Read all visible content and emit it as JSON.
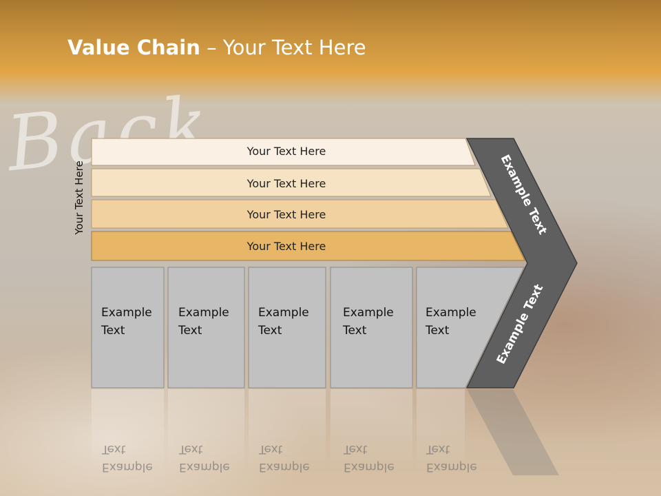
{
  "slide": {
    "title_bold": "Value Chain",
    "title_rest": " – Your Text Here",
    "side_label": "Your Text Here",
    "background_chalk": "Back"
  },
  "bands": [
    {
      "label": "Your Text Here",
      "color": "#faf1e4"
    },
    {
      "label": "Your Text Here",
      "color": "#f6e3c3"
    },
    {
      "label": "Your Text Here",
      "color": "#f1d19f"
    },
    {
      "label": "Your Text Here",
      "color": "#e7b767"
    }
  ],
  "boxes": [
    {
      "line1": "Example",
      "line2": "Text"
    },
    {
      "line1": "Example",
      "line2": "Text"
    },
    {
      "line1": "Example",
      "line2": "Text"
    },
    {
      "line1": "Example",
      "line2": "Text"
    },
    {
      "line1": "Example",
      "line2": "Text"
    }
  ],
  "chevron": {
    "upper_label": "Example Text",
    "lower_label": "Example Text",
    "color": "#5f5f5f"
  },
  "colors": {
    "box_fill": "#c1c1c1",
    "box_stroke": "#8a8a8a",
    "header": "#d9a043"
  }
}
